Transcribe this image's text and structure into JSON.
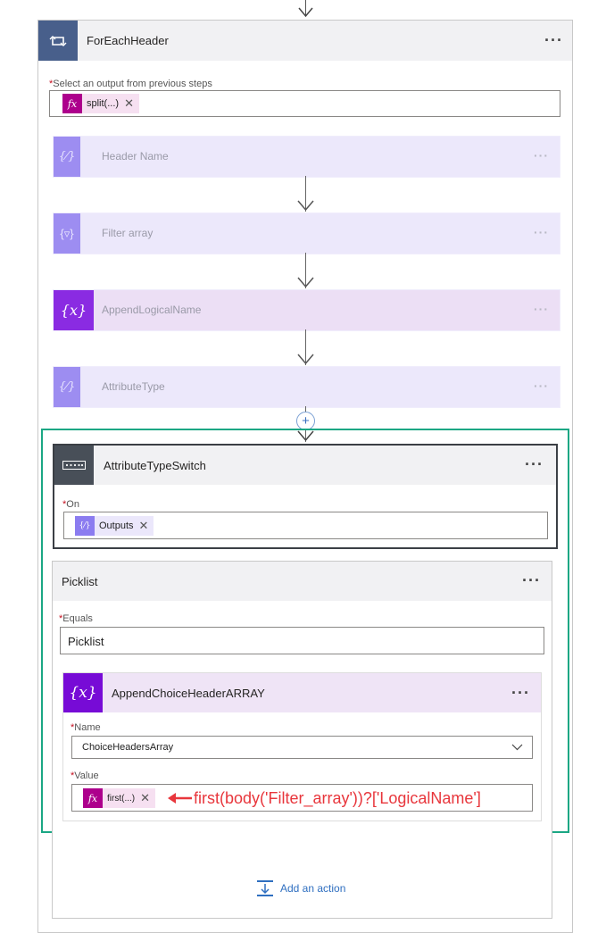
{
  "foreach": {
    "title": "ForEachHeader",
    "select_label": "Select an output from previous steps",
    "token_label": "split(...)"
  },
  "faded_actions": [
    {
      "title": "Header Name",
      "icon": "variable-icon"
    },
    {
      "title": "Filter array",
      "icon": "filter-icon"
    },
    {
      "title": "AppendLogicalName",
      "icon": "variable-icon"
    },
    {
      "title": "AttributeType",
      "icon": "variable-icon"
    }
  ],
  "switch": {
    "title": "AttributeTypeSwitch",
    "on_label": "On",
    "token_label": "Outputs"
  },
  "case": {
    "title": "Picklist",
    "equals_label": "Equals",
    "equals_value": "Picklist"
  },
  "append": {
    "title": "AppendChoiceHeaderARRAY",
    "name_label": "Name",
    "name_value": "ChoiceHeadersArray",
    "value_label": "Value",
    "token_label": "first(...)"
  },
  "annotation": "first(body('Filter_array'))?['LogicalName']",
  "add_action": "Add an action",
  "colors": {
    "foreach_header": "#485f8b",
    "switch_header": "#484f58",
    "expression": "#ad008c",
    "variable": "#770bd6",
    "highlight": "#1ba784",
    "annotation": "#e8363c"
  }
}
